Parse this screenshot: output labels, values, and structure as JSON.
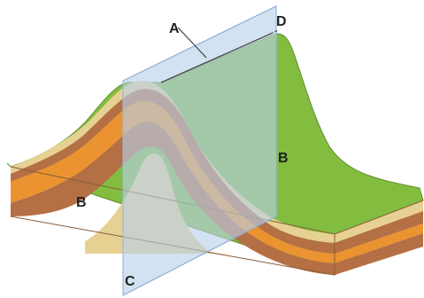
{
  "diagram": {
    "labels": {
      "a": "A",
      "b_top": "B",
      "b_side": "B",
      "c": "C",
      "d": "D"
    },
    "colors": {
      "green": "#82bd3f",
      "tan": "#e7d192",
      "brown": "#b56f45",
      "orange": "#ea9330",
      "plane": "#b8d0ea",
      "plane_edge": "#8eaed4"
    }
  }
}
